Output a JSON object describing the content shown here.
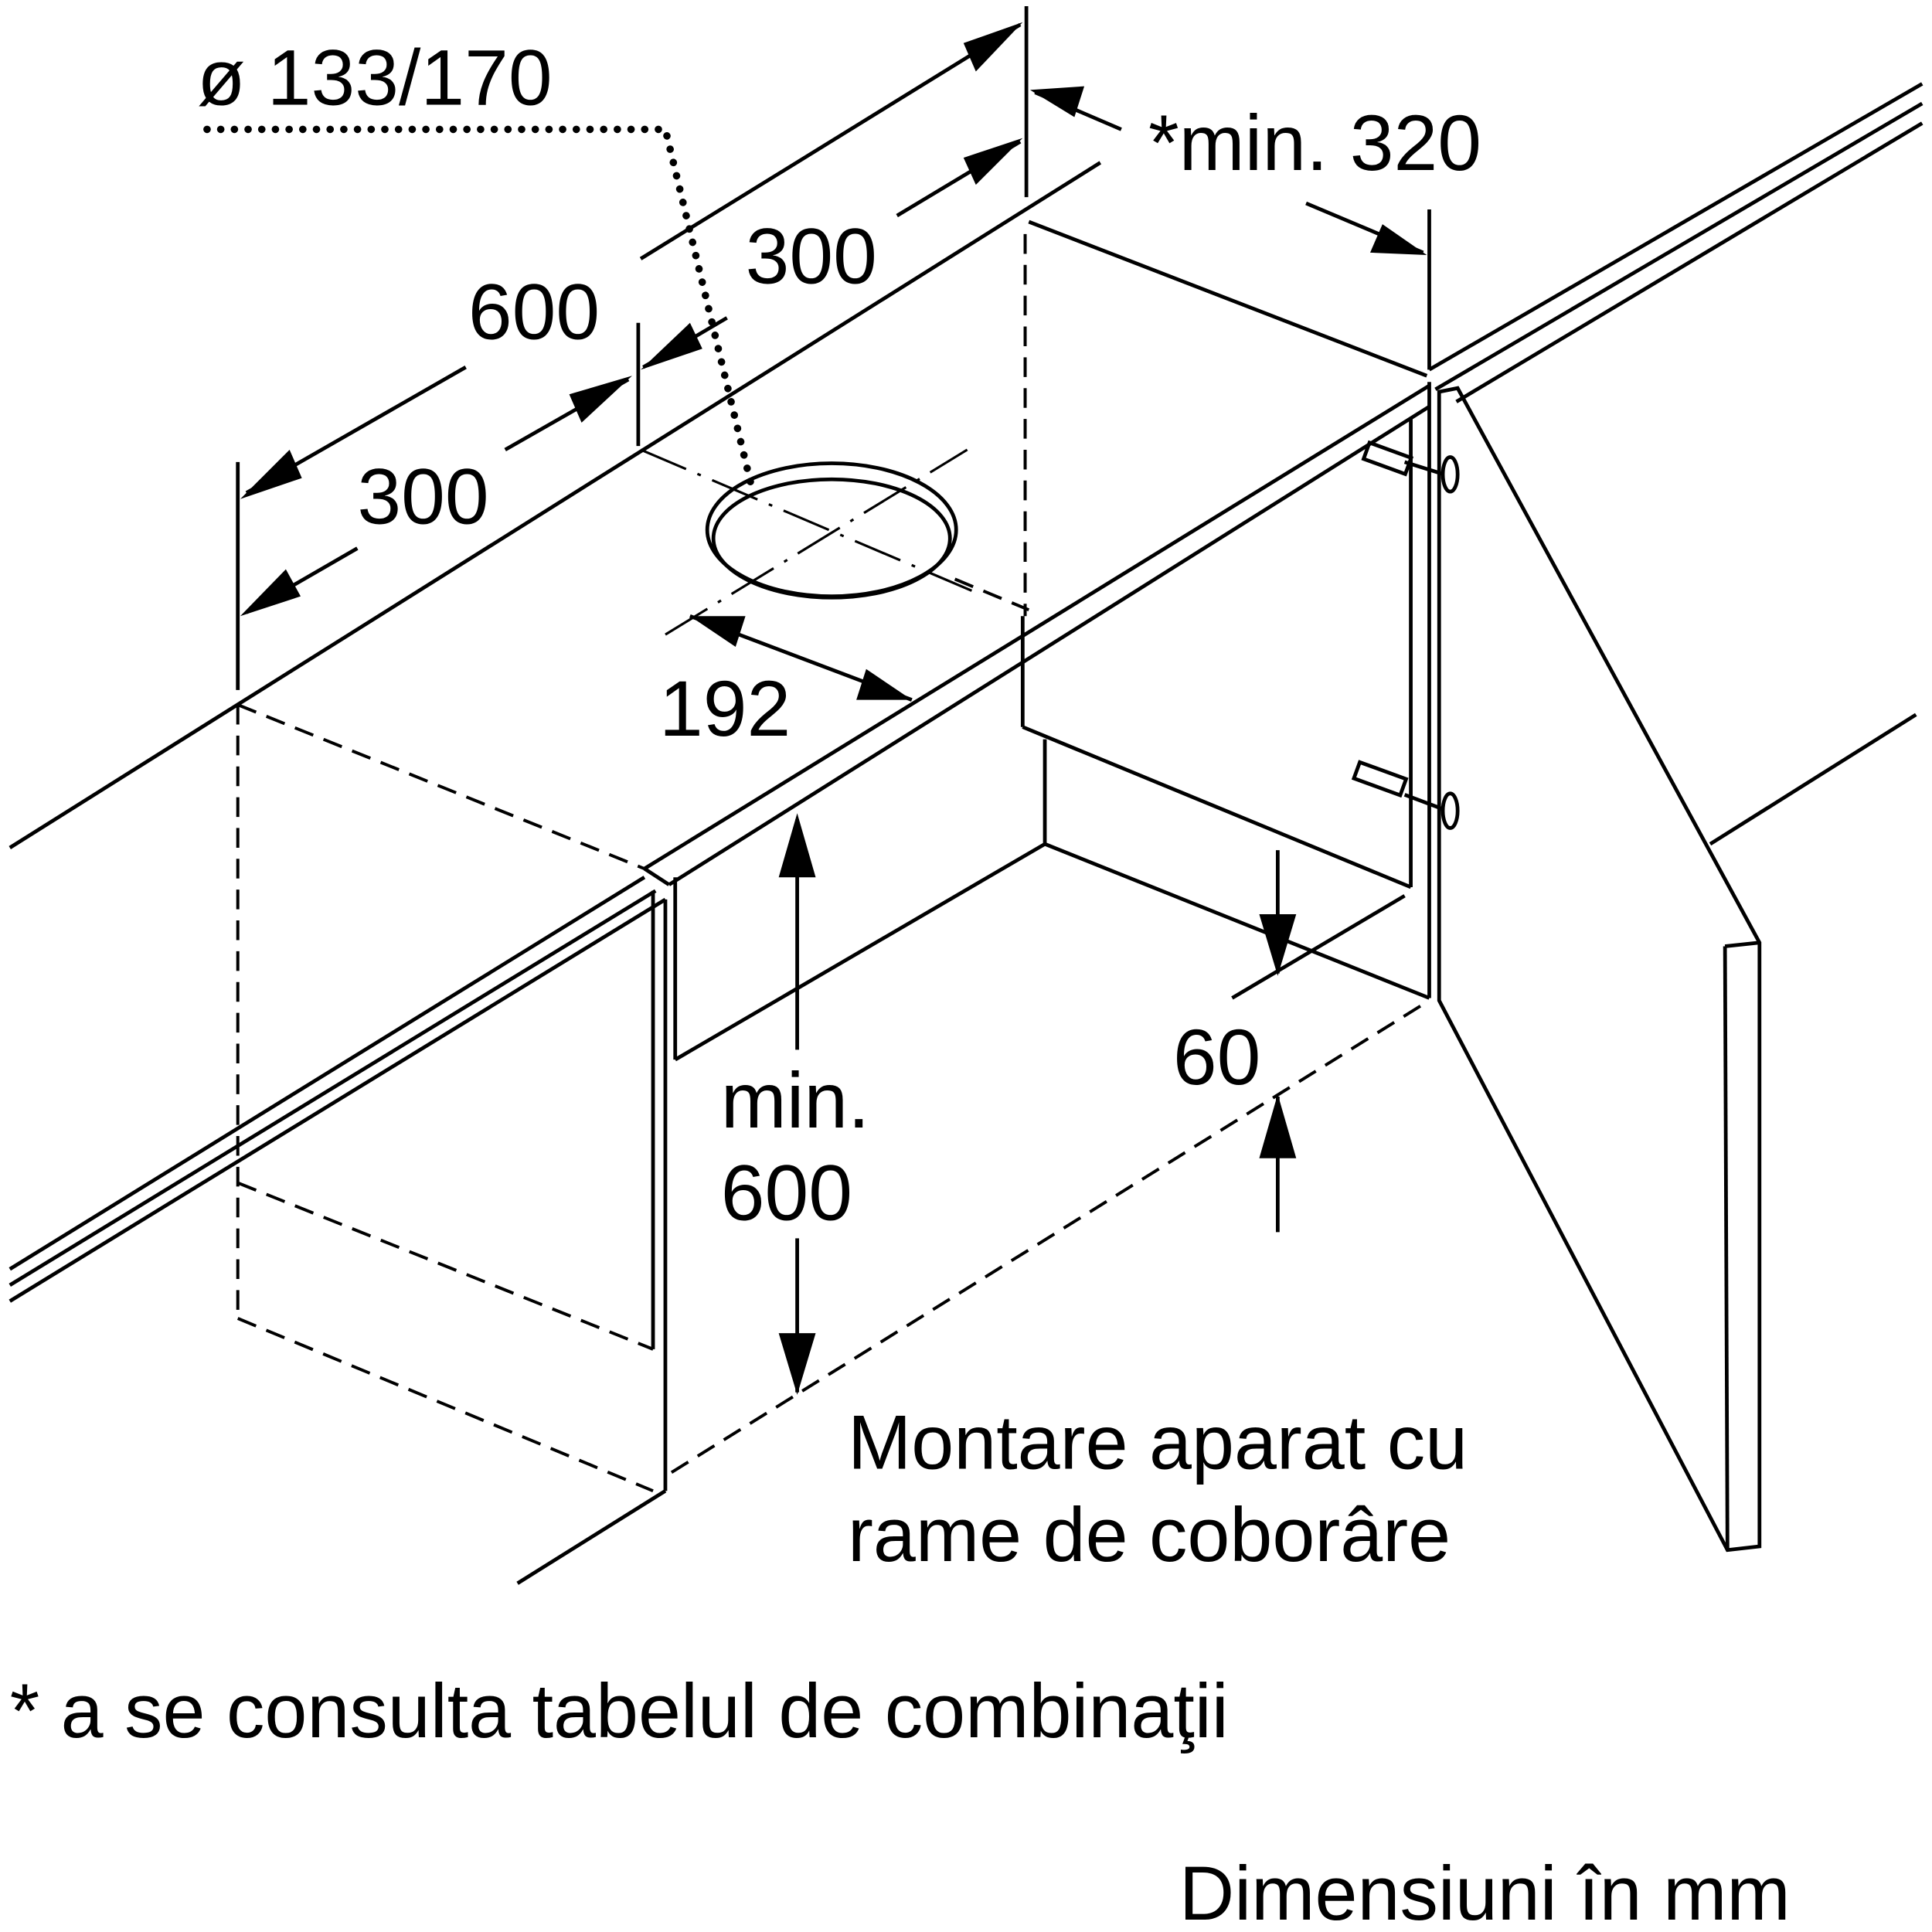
{
  "labels": {
    "diameter": "ø 133/170",
    "min_320": "*min. 320",
    "dim_300_top": "300",
    "dim_600": "600",
    "dim_300_left": "300",
    "dim_192": "192",
    "min_label": "min.",
    "min_600": "600",
    "dim_60": "60",
    "caption_line1": "Montare aparat cu",
    "caption_line2": "rame de coborâre",
    "footnote": "* a se consulta tabelul de combinaţii",
    "units": "Dimensiuni în mm"
  }
}
